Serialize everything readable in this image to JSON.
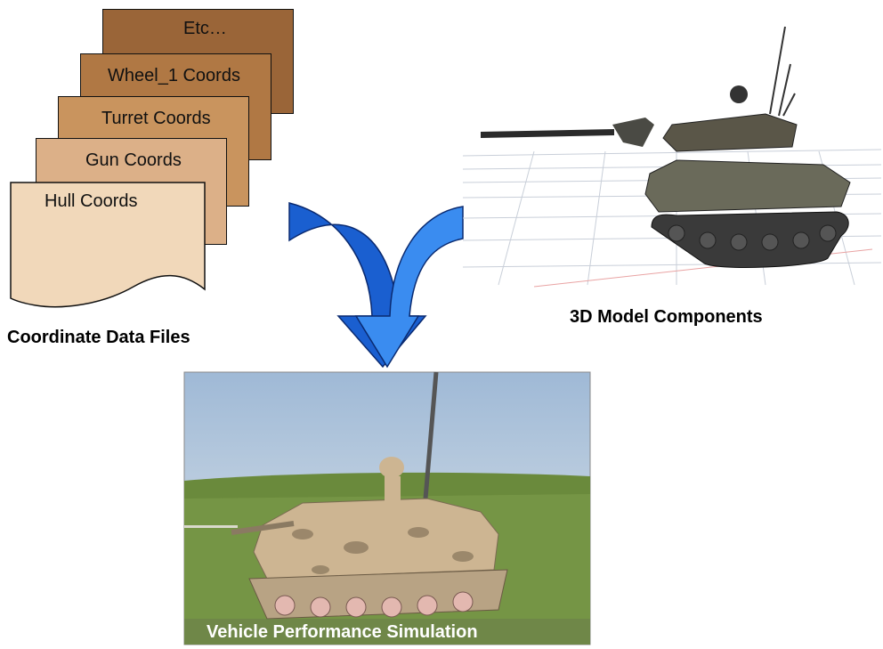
{
  "files": {
    "stack": [
      {
        "label": "Etc…",
        "color": "#9a6538"
      },
      {
        "label": "Wheel_1 Coords",
        "color": "#b07844"
      },
      {
        "label": "Turret Coords",
        "color": "#c9945e"
      },
      {
        "label": "Gun Coords",
        "color": "#dcb088"
      },
      {
        "label": "Hull Coords",
        "color": "#f1d8ba"
      }
    ],
    "caption": "Coordinate Data Files"
  },
  "model": {
    "caption": "3D Model Components"
  },
  "simulation": {
    "caption": "Vehicle Performance Simulation"
  },
  "arrows": {
    "dark_color": "#1a5fd0",
    "light_color": "#3a8cf0"
  }
}
